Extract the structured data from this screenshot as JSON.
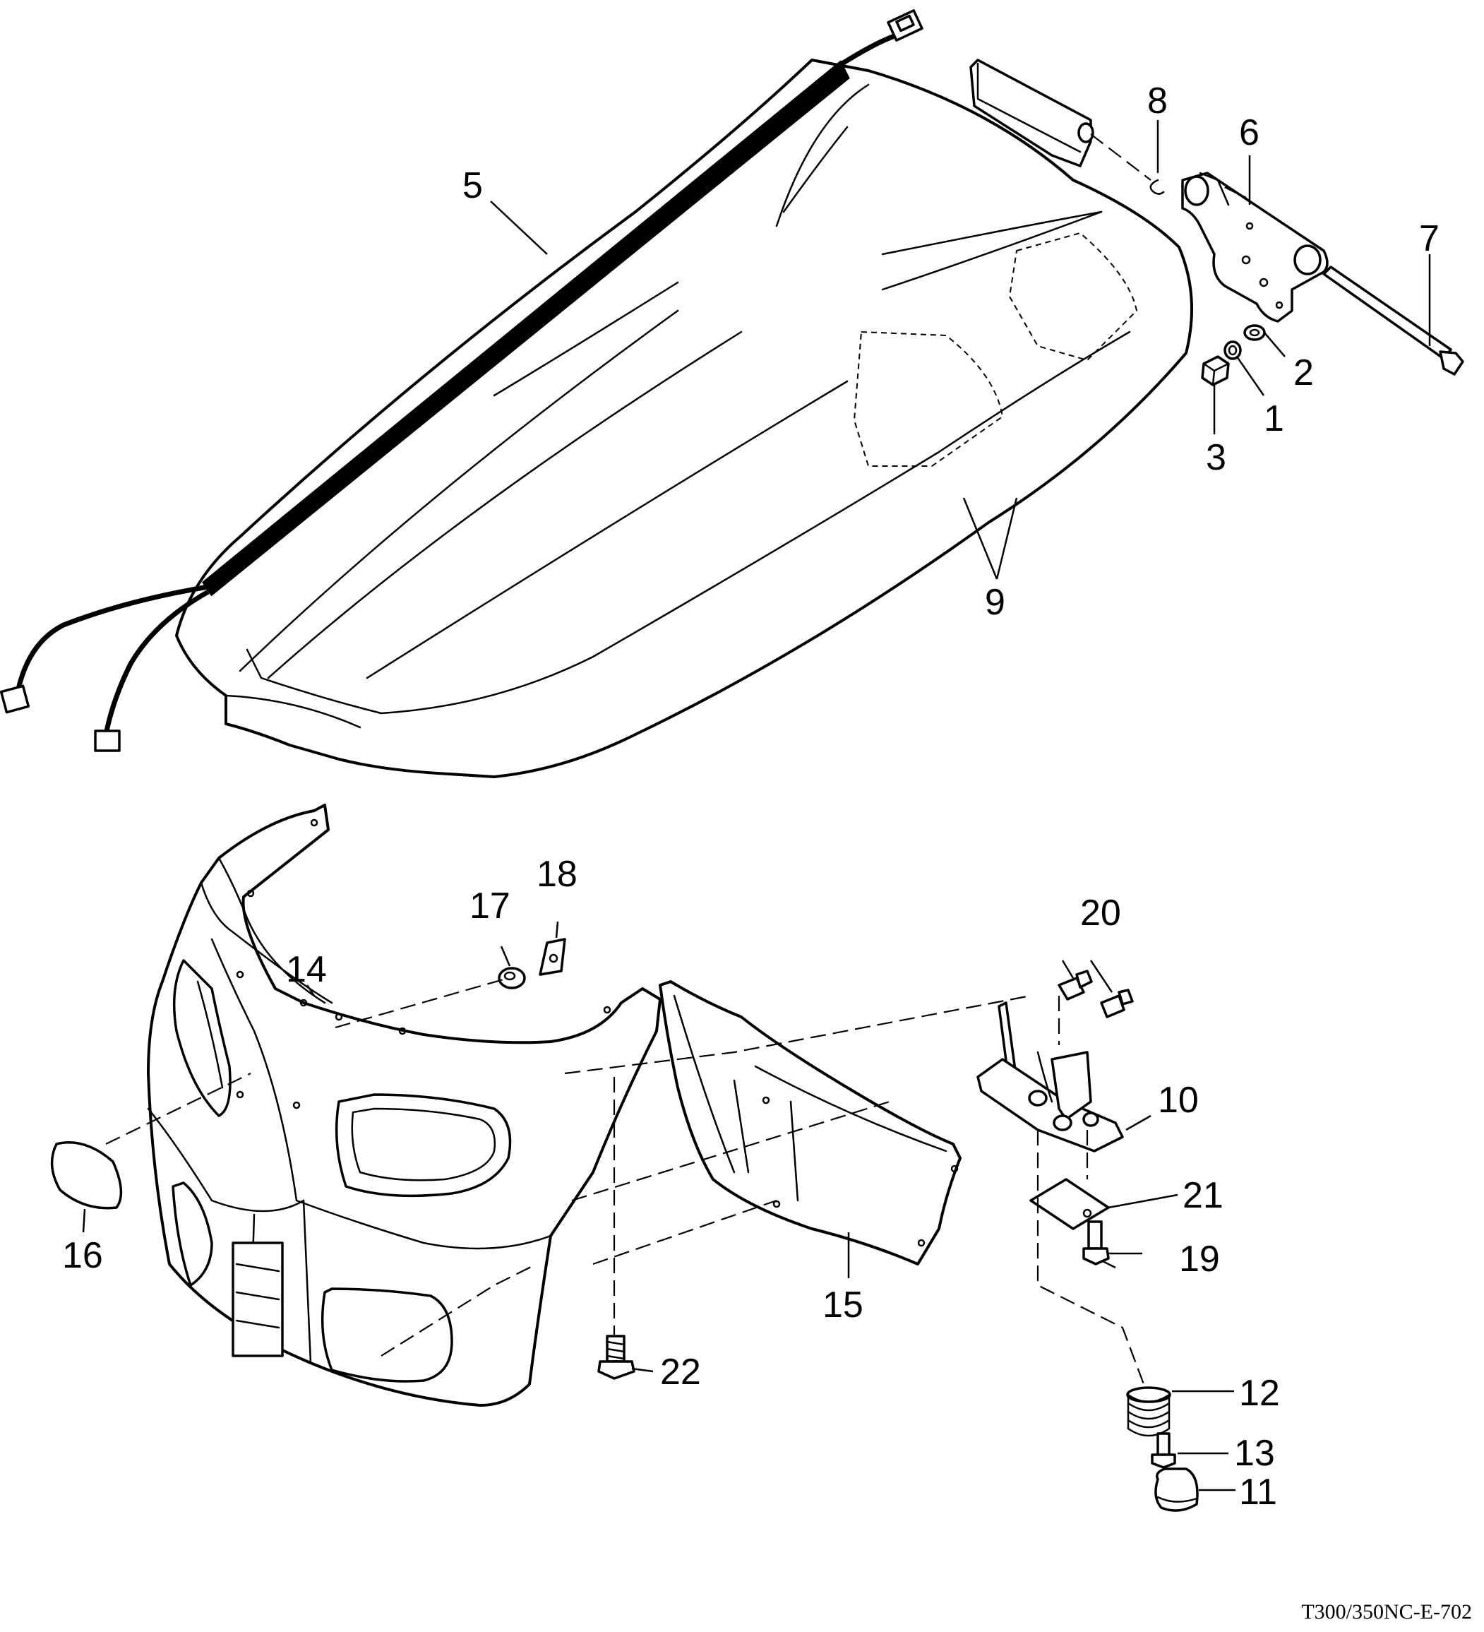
{
  "callouts": {
    "c1": "1",
    "c2": "2",
    "c3": "3",
    "c5": "5",
    "c6": "6",
    "c7": "7",
    "c8": "8",
    "c9": "9",
    "c10": "10",
    "c11": "11",
    "c12": "12",
    "c13": "13",
    "c14": "14",
    "c15": "15",
    "c16": "16",
    "c17": "17",
    "c18": "18",
    "c19": "19",
    "c20": "20",
    "c21": "21",
    "c22": "22"
  },
  "drawing_ref": "T300/350NC-E-702"
}
